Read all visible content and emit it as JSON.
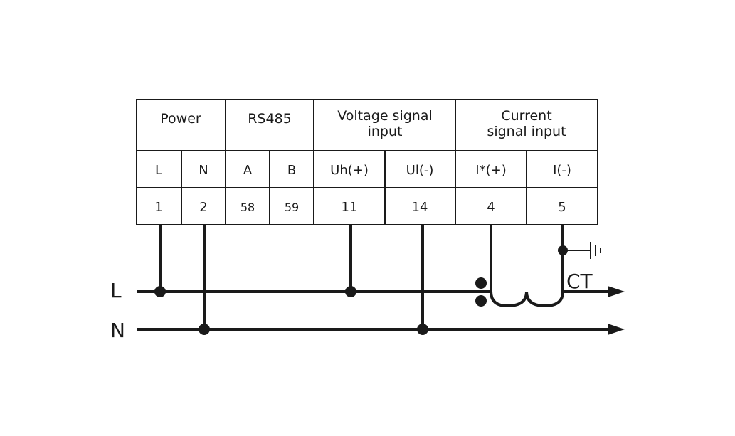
{
  "groups": [
    {
      "lines": [
        "Power"
      ]
    },
    {
      "lines": [
        "RS485"
      ]
    },
    {
      "lines": [
        "Voltage signal",
        "input"
      ]
    },
    {
      "lines": [
        "Current",
        "signal input"
      ]
    }
  ],
  "terminals": [
    {
      "label": "L",
      "number": "1"
    },
    {
      "label": "N",
      "number": "2"
    },
    {
      "label": "A",
      "number": "58"
    },
    {
      "label": "B",
      "number": "59"
    },
    {
      "label": "Uh(+)",
      "number": "11"
    },
    {
      "label": "Ul(-)",
      "number": "14"
    },
    {
      "label": "I*(+)",
      "number": "4"
    },
    {
      "label": "I(-)",
      "number": "5"
    }
  ],
  "lines": {
    "live": "L",
    "neutral": "N"
  },
  "ct_label": "CT",
  "colors": {
    "ink": "#1a1a1a",
    "background": "#ffffff"
  }
}
